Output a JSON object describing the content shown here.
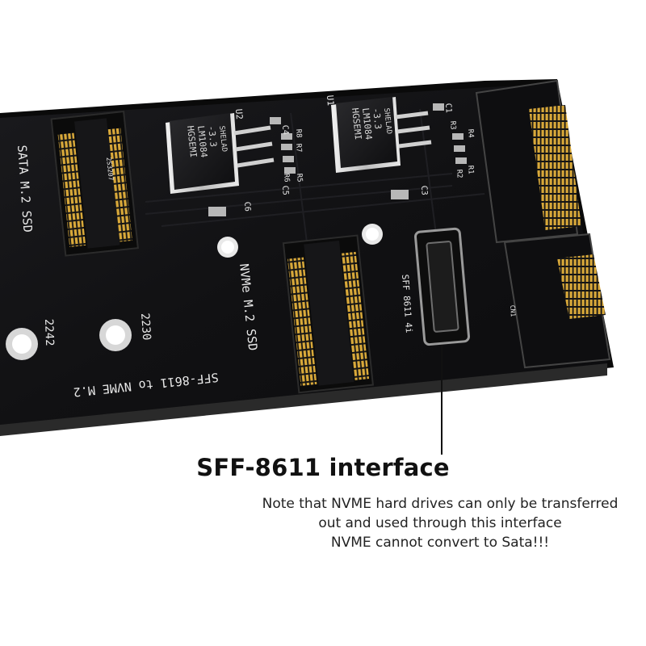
{
  "board": {
    "label_sata_ssd": "SATA M.2 SSD",
    "label_nvme_ssd": "NVMe M.2 SSD",
    "label_2242": "2242",
    "label_2230": "2230",
    "label_bottom": "SFF-8611 to NVME M.2",
    "label_sff": "SFF 8611 4i",
    "label_u2": "U2",
    "label_u1": "U1",
    "label_c4": "C4",
    "label_c1": "C1",
    "label_c5": "C5",
    "label_c6": "C6",
    "label_c3": "C3",
    "label_r8": "R8",
    "label_r7": "R7",
    "label_r6": "R6",
    "label_r5": "R5",
    "label_r4": "R4",
    "label_r3": "R3",
    "label_r2": "R2",
    "label_r1": "R1",
    "label_cn1": "CN1",
    "label_slot": "2S3207",
    "chip_line1": "HGSEMI",
    "chip_line2": "LM1084",
    "chip_line3": "-3.3",
    "chip_line4": "SHELAD"
  },
  "caption": {
    "title": "SFF-8611 interface",
    "note_lines": [
      "Note that NVME hard drives can only be transferred",
      "out and used through this interface",
      "NVME cannot convert to Sata!!!"
    ]
  },
  "colors": {
    "pcb": "#121214",
    "pcb_edge": "#1c1c1f",
    "gold": "#d9a93a",
    "silk": "#e8e8e8",
    "pad": "#b7b7b7"
  }
}
